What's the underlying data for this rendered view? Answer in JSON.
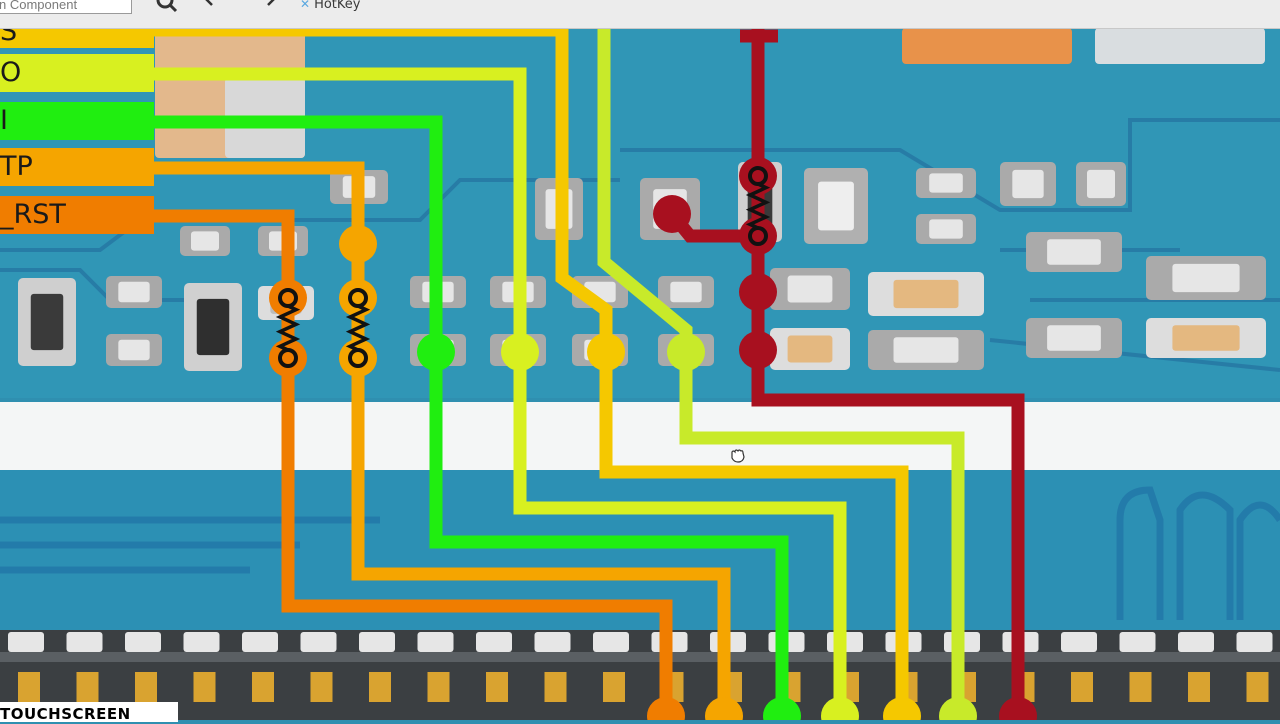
{
  "toolbar": {
    "search_value": "n Component",
    "back_icon": "arrow-left-icon",
    "forward_icon": "arrow-right-icon",
    "search_icon": "search-icon",
    "hotkey_label": "HotKey"
  },
  "net_labels": [
    {
      "text": "S",
      "color": "#f5c800"
    },
    {
      "text": "O",
      "color": "#d8f020"
    },
    {
      "text": "I",
      "color": "#20ee10"
    },
    {
      "text": "TP",
      "color": "#f5a500"
    },
    {
      "text": "_RST",
      "color": "#f07d00"
    }
  ],
  "bottom_label": "TOUCHSCREEN",
  "colors": {
    "board": "#2f8fb0",
    "trace_red": "#a8101f",
    "trace_orange": "#f07d00",
    "trace_amber": "#f5a500",
    "trace_green": "#20ee10",
    "trace_lime": "#d8f020",
    "trace_yellow": "#f5c800",
    "trace_yellowgreen": "#c8ea2a"
  }
}
